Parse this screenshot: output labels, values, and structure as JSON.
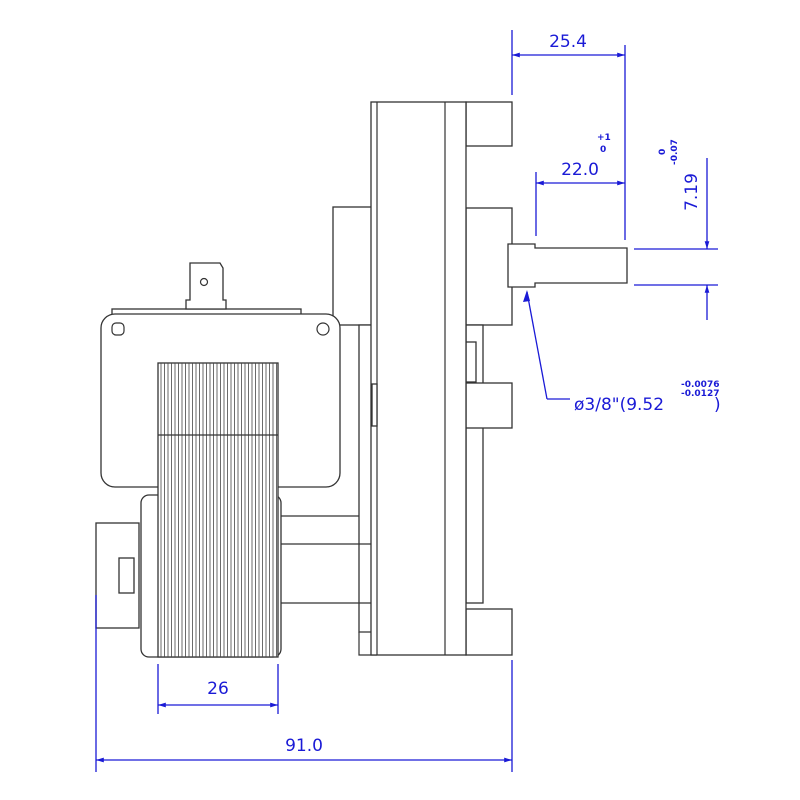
{
  "title": "Gear motor dimension drawing",
  "colors": {
    "outline": "#333333",
    "dimension": "#1a1ad6"
  },
  "dimensions": {
    "shaft_projection": "25.4",
    "shaft_length": "22.0",
    "shaft_length_tol_upper": "+1",
    "shaft_length_tol_lower": "0",
    "shaft_flat": "7.19",
    "shaft_flat_tol_upper": "0",
    "shaft_flat_tol_lower": "-0.07",
    "shaft_diameter": "ø3/8\"(9.52",
    "shaft_diameter_close": ")",
    "shaft_diameter_tol_upper": "-0.0076",
    "shaft_diameter_tol_lower": "-0.0127",
    "stack_width": "26",
    "overall_length": "91.0"
  }
}
